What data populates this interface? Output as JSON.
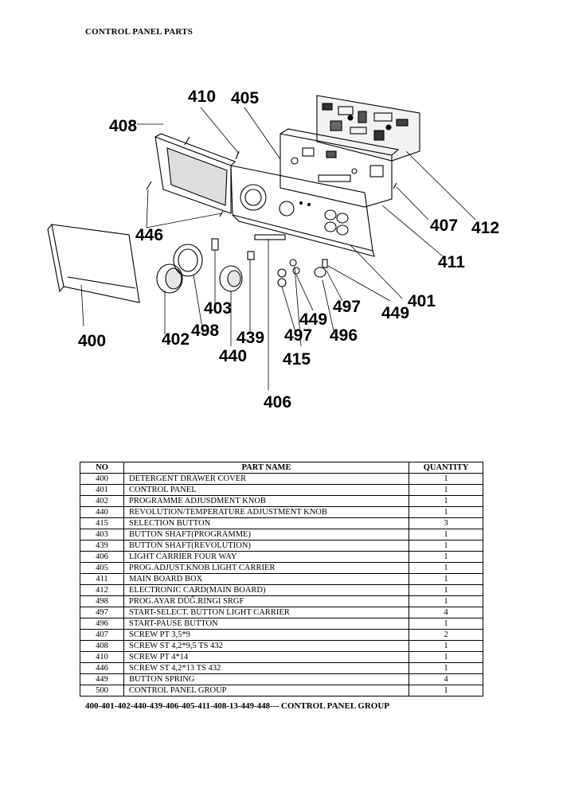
{
  "page": {
    "title": "CONTROL PANEL PARTS"
  },
  "diagram": {
    "callouts": [
      "410",
      "405",
      "408",
      "446",
      "407",
      "412",
      "411",
      "401",
      "497",
      "449",
      "496",
      "403",
      "439",
      "498",
      "402",
      "440",
      "415",
      "406",
      "400",
      "449",
      "497"
    ]
  },
  "table": {
    "headers": {
      "no": "NO",
      "name": "PART NAME",
      "qty": "QUANTITY"
    },
    "rows": [
      {
        "no": "400",
        "name": "DETERGENT DRAWER COVER",
        "qty": "1"
      },
      {
        "no": "401",
        "name": "CONTROL PANEL",
        "qty": "1"
      },
      {
        "no": "402",
        "name": "PROGRAMME ADJUSDMENT KNOB",
        "qty": "1"
      },
      {
        "no": "440",
        "name": "REVOLUTION/TEMPERATURE ADJUSTMENT KNOB",
        "qty": "1"
      },
      {
        "no": "415",
        "name": "SELECTION BUTTON",
        "qty": "3"
      },
      {
        "no": "403",
        "name": "BUTTON SHAFT(PROGRAMME)",
        "qty": "1"
      },
      {
        "no": "439",
        "name": "BUTTON SHAFT(REVOLUTION)",
        "qty": "1"
      },
      {
        "no": "406",
        "name": "LIGHT CARRIER FOUR WAY",
        "qty": "1"
      },
      {
        "no": "405",
        "name": "PROG.ADJUST.KNOB LIGHT CARRIER",
        "qty": "1"
      },
      {
        "no": "411",
        "name": "MAIN BOARD BOX",
        "qty": "1"
      },
      {
        "no": "412",
        "name": "ELECTRONIC CARD(MAIN BOARD)",
        "qty": "1"
      },
      {
        "no": "498",
        "name": "PROG.AYAR DÜĞ.RINGI SRGF",
        "qty": "1"
      },
      {
        "no": "497",
        "name": "START-SELECT. BUTTON LIGHT CARRIER",
        "qty": "4"
      },
      {
        "no": "496",
        "name": "START-PAUSE BUTTON",
        "qty": "1"
      },
      {
        "no": "407",
        "name": "SCREW PT 3,5*9",
        "qty": "2"
      },
      {
        "no": "408",
        "name": "SCREW ST 4,2*9,5 TS 432",
        "qty": "1"
      },
      {
        "no": "410",
        "name": "SCREW PT 4*14",
        "qty": "1"
      },
      {
        "no": "446",
        "name": "SCREW ST 4,2*13 TS 432",
        "qty": "1"
      },
      {
        "no": "449",
        "name": "BUTTON SPRING",
        "qty": "4"
      },
      {
        "no": "500",
        "name": "CONTROL PANEL GROUP",
        "qty": "1"
      }
    ]
  },
  "footer": {
    "note": "400-401-402-440-439-406-405-411-408-13-449-448--- CONTROL PANEL GROUP"
  }
}
